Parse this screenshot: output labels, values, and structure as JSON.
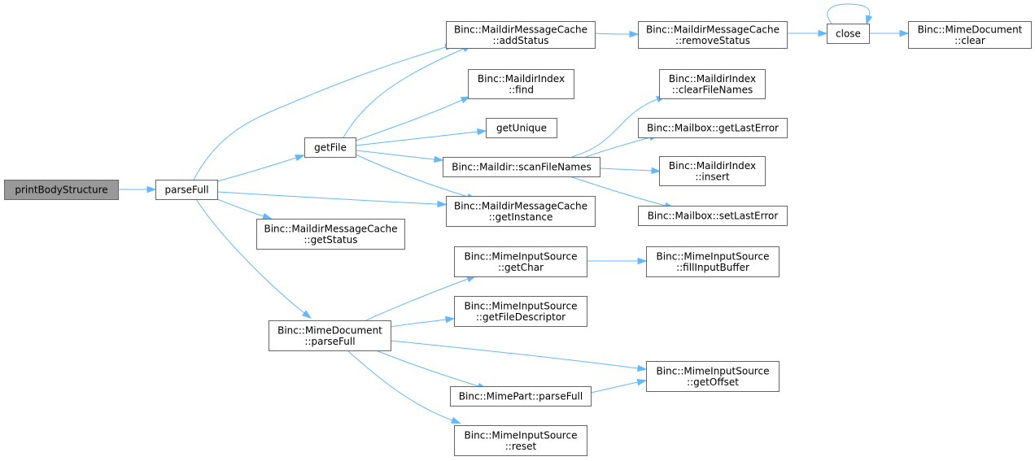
{
  "diagram": {
    "type": "call-graph",
    "colors": {
      "edge": "#63b8ff",
      "root_fill": "#999999",
      "node_border": "#666666",
      "node_fill": "#ffffff"
    },
    "nodes": [
      {
        "id": "printBodyStructure",
        "lines": [
          "printBodyStructure"
        ],
        "root": true
      },
      {
        "id": "parseFull",
        "lines": [
          "parseFull"
        ]
      },
      {
        "id": "addStatus",
        "lines": [
          "Binc::MaildirMessageCache",
          "::addStatus"
        ]
      },
      {
        "id": "removeStatus",
        "lines": [
          "Binc::MaildirMessageCache",
          "::removeStatus"
        ]
      },
      {
        "id": "close",
        "lines": [
          "close"
        ]
      },
      {
        "id": "mdClear",
        "lines": [
          "Binc::MimeDocument",
          "::clear"
        ]
      },
      {
        "id": "find",
        "lines": [
          "Binc::MaildirIndex",
          "::find"
        ]
      },
      {
        "id": "getUnique",
        "lines": [
          "getUnique"
        ]
      },
      {
        "id": "getFile",
        "lines": [
          "getFile"
        ]
      },
      {
        "id": "clearFileNames",
        "lines": [
          "Binc::MaildirIndex",
          "::clearFileNames"
        ]
      },
      {
        "id": "getLastError",
        "lines": [
          "Binc::Mailbox::getLastError"
        ]
      },
      {
        "id": "scanFileNames",
        "lines": [
          "Binc::Maildir::scanFileNames"
        ]
      },
      {
        "id": "insert",
        "lines": [
          "Binc::MaildirIndex",
          "::insert"
        ]
      },
      {
        "id": "getInstance",
        "lines": [
          "Binc::MaildirMessageCache",
          "::getInstance"
        ]
      },
      {
        "id": "setLastError",
        "lines": [
          "Binc::Mailbox::setLastError"
        ]
      },
      {
        "id": "getStatus",
        "lines": [
          "Binc::MaildirMessageCache",
          "::getStatus"
        ]
      },
      {
        "id": "getChar",
        "lines": [
          "Binc::MimeInputSource",
          "::getChar"
        ]
      },
      {
        "id": "fillInputBuffer",
        "lines": [
          "Binc::MimeInputSource",
          "::fillInputBuffer"
        ]
      },
      {
        "id": "getFileDescriptor",
        "lines": [
          "Binc::MimeInputSource",
          "::getFileDescriptor"
        ]
      },
      {
        "id": "mdParseFull",
        "lines": [
          "Binc::MimeDocument",
          "::parseFull"
        ]
      },
      {
        "id": "getOffset",
        "lines": [
          "Binc::MimeInputSource",
          "::getOffset"
        ]
      },
      {
        "id": "mpParseFull",
        "lines": [
          "Binc::MimePart::parseFull"
        ]
      },
      {
        "id": "reset",
        "lines": [
          "Binc::MimeInputSource",
          "::reset"
        ]
      }
    ],
    "edges": [
      {
        "from": "printBodyStructure",
        "to": "parseFull"
      },
      {
        "from": "parseFull",
        "to": "addStatus"
      },
      {
        "from": "parseFull",
        "to": "getFile"
      },
      {
        "from": "parseFull",
        "to": "getInstance"
      },
      {
        "from": "parseFull",
        "to": "getStatus"
      },
      {
        "from": "parseFull",
        "to": "mdParseFull"
      },
      {
        "from": "addStatus",
        "to": "removeStatus"
      },
      {
        "from": "removeStatus",
        "to": "close"
      },
      {
        "from": "close",
        "to": "mdClear"
      },
      {
        "from": "close",
        "to": "close"
      },
      {
        "from": "getFile",
        "to": "addStatus"
      },
      {
        "from": "getFile",
        "to": "find"
      },
      {
        "from": "getFile",
        "to": "getUnique"
      },
      {
        "from": "getFile",
        "to": "scanFileNames"
      },
      {
        "from": "getFile",
        "to": "getInstance"
      },
      {
        "from": "scanFileNames",
        "to": "clearFileNames"
      },
      {
        "from": "scanFileNames",
        "to": "getLastError"
      },
      {
        "from": "scanFileNames",
        "to": "insert"
      },
      {
        "from": "scanFileNames",
        "to": "setLastError"
      },
      {
        "from": "mdParseFull",
        "to": "getChar"
      },
      {
        "from": "mdParseFull",
        "to": "getFileDescriptor"
      },
      {
        "from": "mdParseFull",
        "to": "getOffset"
      },
      {
        "from": "mdParseFull",
        "to": "mpParseFull"
      },
      {
        "from": "mdParseFull",
        "to": "reset"
      },
      {
        "from": "getChar",
        "to": "fillInputBuffer"
      },
      {
        "from": "mpParseFull",
        "to": "getOffset"
      }
    ]
  }
}
